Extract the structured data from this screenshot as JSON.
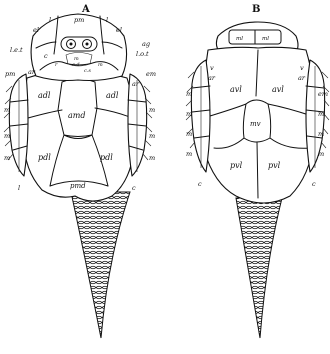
{
  "figure_labels": {
    "a": "A",
    "b": "B"
  },
  "view_a": {
    "labels": {
      "top": [
        "l",
        "pm",
        "l"
      ],
      "upper_left": [
        "el",
        "l.e.t",
        "c"
      ],
      "upper_right": [
        "el",
        "ag",
        "l.o.t"
      ],
      "center_head": [
        "r",
        "m",
        "c.d",
        "c.s",
        "m"
      ],
      "plates": [
        "adl",
        "adl",
        "amd",
        "pdl",
        "pdl",
        "pmd"
      ],
      "left_limb": [
        "pm",
        "ar",
        "m",
        "m",
        "m",
        "l"
      ],
      "right_limb": [
        "em",
        "ar",
        "m",
        "m",
        "m",
        "c"
      ]
    }
  },
  "view_b": {
    "labels": {
      "top": [
        "ml",
        "ml"
      ],
      "plates": [
        "avl",
        "avl",
        "mv",
        "pvl",
        "pvl"
      ],
      "left_limb": [
        "v",
        "ar",
        "m",
        "m",
        "m",
        "m",
        "c"
      ],
      "right_limb": [
        "v",
        "ar",
        "em",
        "m",
        "m",
        "m",
        "c"
      ]
    }
  }
}
